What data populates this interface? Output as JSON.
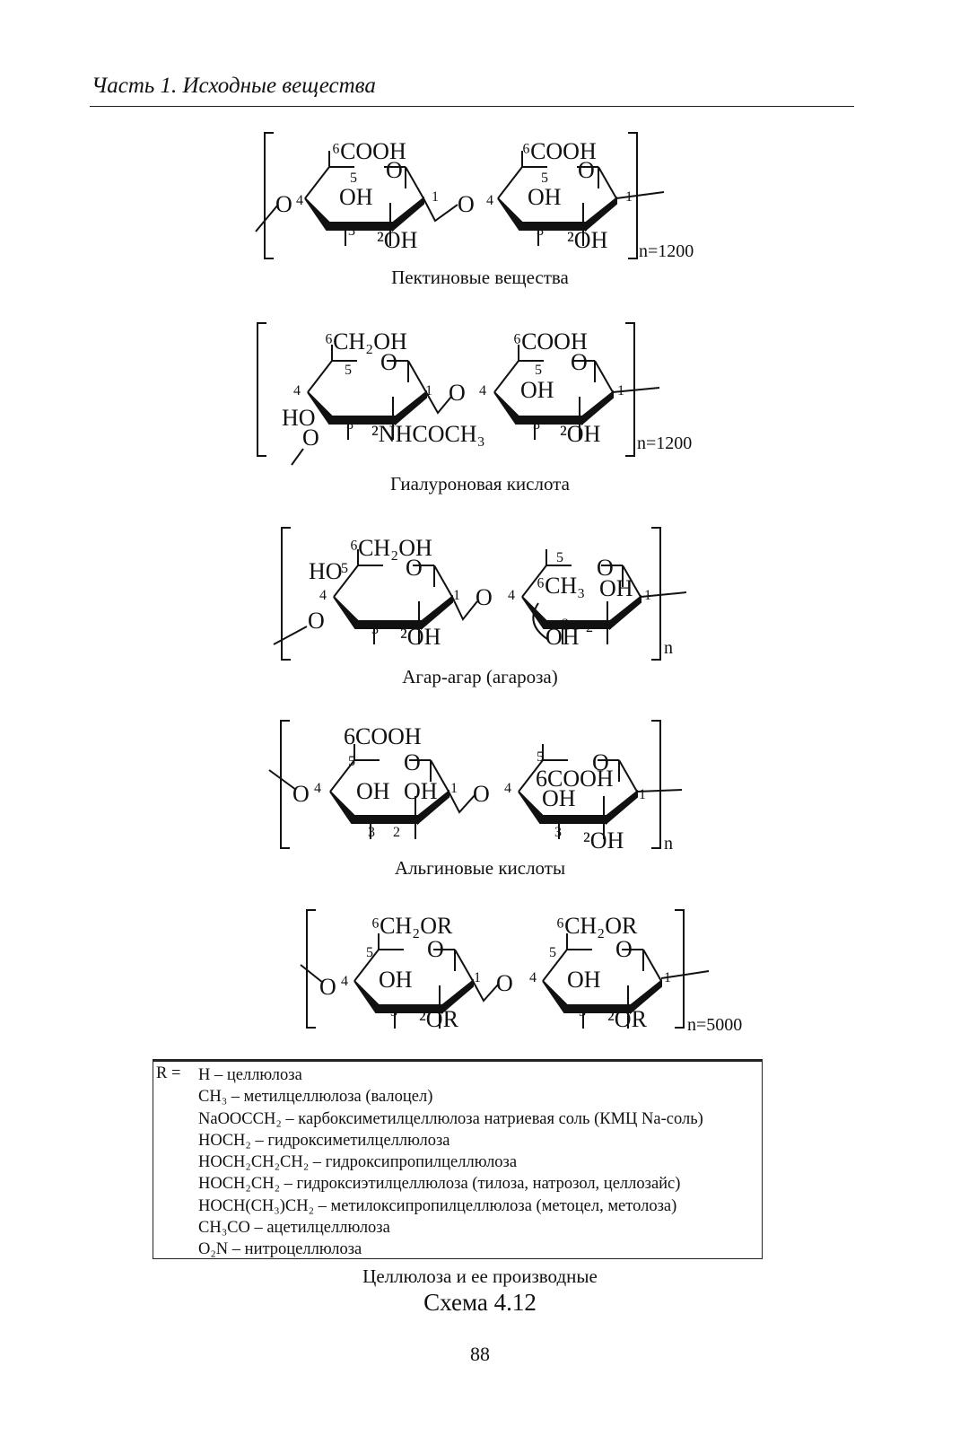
{
  "header": {
    "text": "Часть 1. Исходные вещества"
  },
  "pectin": {
    "caption": "Пектиновые вещества",
    "group_left": "⁶COOH",
    "group_right": "⁶COOH",
    "n": "n=1200"
  },
  "hyaluronic": {
    "caption": "Гиалуроновая кислота",
    "group_left": "⁶CH₂OH",
    "group_right": "⁶COOH",
    "sub2_left": "²NHCOCH₃",
    "n": "n=1200"
  },
  "agar": {
    "caption": "Агар-агар (агароза)",
    "group_left": "⁶CH₂OH",
    "n": "n"
  },
  "alginic": {
    "caption": "Альгиновые кислоты",
    "group_left": "6COOH",
    "group_right": "6COOH",
    "n": "n"
  },
  "cellulose": {
    "group_left": "⁶CH₂OR",
    "group_right": "⁶CH₂OR",
    "sub2": "²OR",
    "n": "n=5000",
    "r_label": "R =",
    "r_items": [
      "H – целлюлоза",
      "CH₃ – метилцеллюлоза (валоцел)",
      "NaOOCCH₂ – карбоксиметилцеллюлоза натриевая соль (КМЦ Na-соль)",
      "HOCH₂ – гидроксиметилцеллюлоза",
      "HOCH₂CH₂CH₂ – гидроксипропилцеллюлоза",
      "HOCH₂CH₂ – гидроксиэтилцеллюлоза (тилоза, натрозол, целлозайс)",
      "HOCH(CH₃)CH₂ – метилоксипропилцеллюлоза (метоцел, метолоза)",
      "CH₃CO – ацетилцеллюлоза",
      "O₂N – нитроцеллюлоза"
    ],
    "caption": "Целлюлоза и ее производные"
  },
  "common": {
    "o": "O",
    "oh": "OH",
    "oh2": "²OH",
    "ho": "HO",
    "ch3": "⁶CH₃",
    "n1": "1",
    "n2": "2",
    "n3": "3",
    "n4": "4",
    "n5": "5"
  },
  "scheme_title": "Схема 4.12",
  "page_number": "88"
}
